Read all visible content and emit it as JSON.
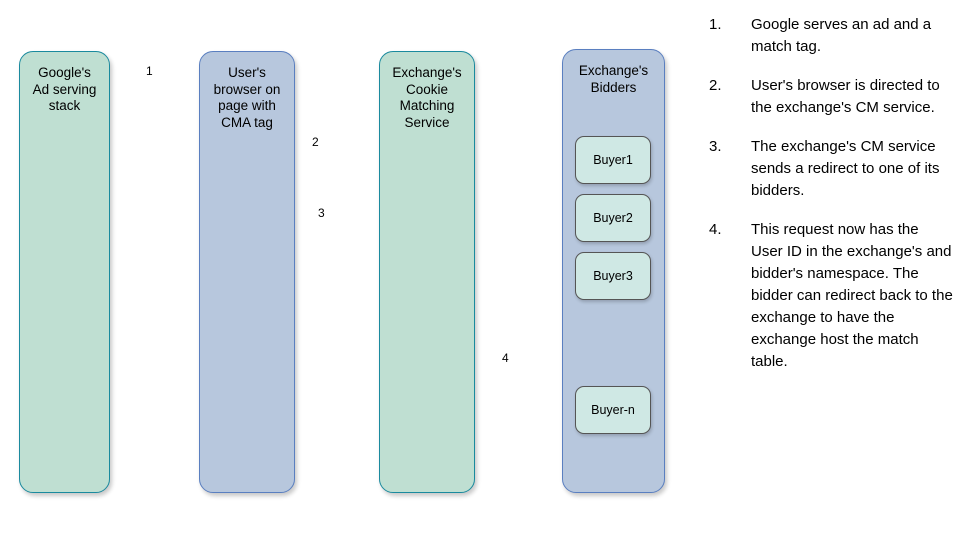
{
  "diagram": {
    "lanes": [
      {
        "id": "google-ad-serving-stack",
        "label": "Google's\nAd serving\nstack",
        "style": "green"
      },
      {
        "id": "user-browser",
        "label": "User's\nbrowser on\npage with\nCMA tag",
        "style": "blue"
      },
      {
        "id": "exchange-cookie-matching-service",
        "label": "Exchange's\nCookie\nMatching\nService",
        "style": "green"
      },
      {
        "id": "exchange-bidders",
        "label": "Exchange's\nBidders",
        "style": "blue"
      }
    ],
    "buyers": [
      {
        "id": "buyer1",
        "label": "Buyer1"
      },
      {
        "id": "buyer2",
        "label": "Buyer2"
      },
      {
        "id": "buyer3",
        "label": "Buyer3"
      },
      {
        "id": "buyer-n",
        "label": "Buyer-n"
      }
    ],
    "arrows": [
      {
        "id": "arrow-1",
        "label": "1",
        "from": "google-ad-serving-stack",
        "to": "user-browser",
        "direction": "right"
      },
      {
        "id": "arrow-2",
        "label": "2",
        "from": "user-browser",
        "to": "exchange-cookie-matching-service",
        "direction": "right"
      },
      {
        "id": "arrow-3",
        "label": "3",
        "from": "exchange-cookie-matching-service",
        "to": "user-browser",
        "direction": "left"
      },
      {
        "id": "arrow-4",
        "label": "4",
        "from": "exchange-cookie-matching-service",
        "to": "exchange-bidders",
        "direction": "right"
      }
    ],
    "colors": {
      "green_fill": "#bfdfd2",
      "green_border": "#1a8a9e",
      "blue_fill": "#b7c7dd",
      "blue_border": "#5a7fc0",
      "buyer_fill": "#cfe8e4",
      "buyer_border": "#555555",
      "arrow": "#1a8a9e",
      "background": "#ffffff",
      "text": "#000000"
    }
  },
  "steps": [
    {
      "number": "1.",
      "text": "Google serves an ad and a match tag."
    },
    {
      "number": "2.",
      "text": "User's browser is directed to the exchange's CM service."
    },
    {
      "number": "3.",
      "text": "The exchange's CM service sends a redirect to one of its bidders."
    },
    {
      "number": "4.",
      "text": "This request now has the User ID in the exchange's and bidder's namespace. The bidder can redirect back to the exchange to have the exchange host the match table."
    }
  ]
}
